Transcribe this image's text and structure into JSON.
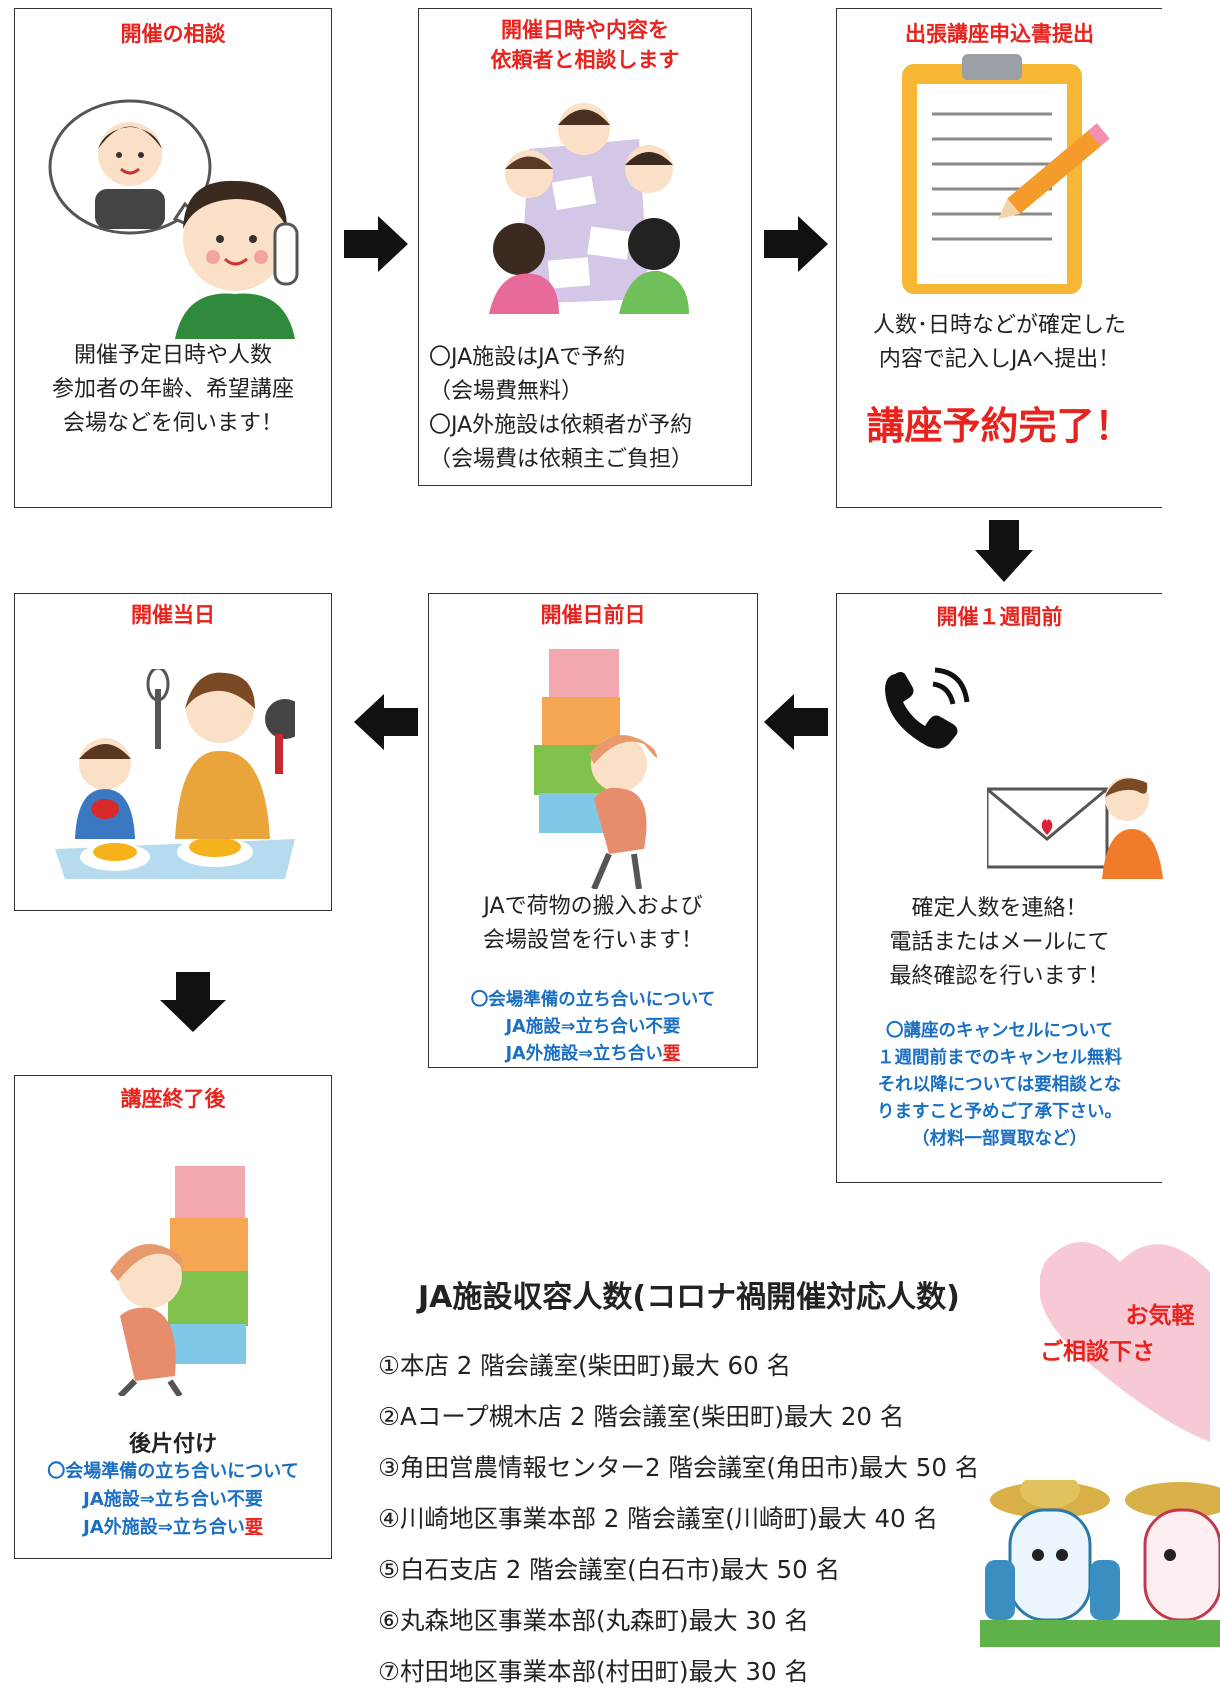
{
  "steps": {
    "consult": {
      "title": "開催の相談",
      "lines": [
        "開催予定日時や人数",
        "参加者の年齢、希望講座",
        "会場などを伺います！"
      ]
    },
    "schedule": {
      "title_lines": [
        "開催日時や内容を",
        "依頼者と相談します"
      ],
      "lines": [
        "〇JA施設はJAで予約",
        "（会場費無料）",
        "〇JA外施設は依頼者が予約",
        "（会場費は依頼主ご負担）"
      ]
    },
    "application": {
      "title": "出張講座申込書提出",
      "lines": [
        "人数･日時などが確定した",
        "内容で記入しJAへ提出！"
      ],
      "complete": "講座予約完了！"
    },
    "week_before": {
      "title": "開催１週間前",
      "lines": [
        "確定人数を連絡！",
        "電話またはメールにて",
        "最終確認を行います！"
      ],
      "notes": [
        "〇講座のキャンセルについて",
        "１週間前までのキャンセル無料",
        "それ以降については要相談とな",
        "りますこと予めご了承下さい。",
        "（材料一部買取など）"
      ]
    },
    "day_before": {
      "title": "開催日前日",
      "lines": [
        "JAで荷物の搬入および",
        "会場設営を行います！"
      ],
      "notes": [
        "〇会場準備の立ち合いについて",
        "JA施設⇒立ち合い不要"
      ],
      "note_last_prefix": "JA外施設⇒立ち合い",
      "note_last_emph": "要"
    },
    "event_day": {
      "title": "開催当日"
    },
    "after": {
      "title": "講座終了後",
      "main": "後片付け",
      "notes": [
        "〇会場準備の立ち合いについて",
        "JA施設⇒立ち合い不要"
      ],
      "note_last_prefix": "JA外施設⇒立ち合い",
      "note_last_emph": "要"
    }
  },
  "capacity": {
    "title": "JA施設収容人数(コロナ禍開催対応人数)",
    "items": [
      "①本店 2 階会議室(柴田町)最大 60 名",
      "②Aコープ槻木店 2 階会議室(柴田町)最大 20 名",
      "③角田営農情報センター2 階会議室(角田市)最大 50 名",
      "④川崎地区事業本部 2 階会議室(川崎町)最大 40 名",
      "⑤白石支店 2 階会議室(白石市)最大 50 名",
      "⑥丸森地区事業本部(丸森町)最大 30 名",
      "⑦村田地区事業本部(村田町)最大 30 名"
    ]
  },
  "heart": {
    "lines": [
      "お気軽",
      "ご相談下さ"
    ]
  },
  "colors": {
    "title_red": "#e8231d",
    "note_blue": "#1a6fc2",
    "arrow": "#111111",
    "heart_pink": "#f7c9d4"
  },
  "icons": [
    "phone-call-icon",
    "envelope-heart-icon"
  ]
}
